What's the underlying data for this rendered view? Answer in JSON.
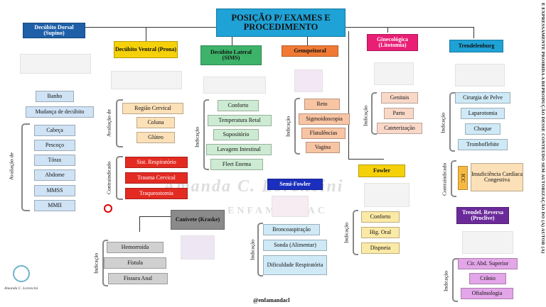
{
  "title": "POSIÇÃO P/ EXAMES E PROCEDIMENTO",
  "side_notice": "É EXPRESSAMENTE PROIBIDA A REPRODUÇÃO DESSE CONTEÚDO SEM AUTORIZAÇÃO DO (A) AUTOR (A)",
  "watermark": "Amanda C. Lorencini",
  "watermark_sub": "ENFAMANDAC",
  "footer_handle": "@enfamandacl",
  "logo_text": "Amanda C. Lorencini",
  "decubito_dorsal": {
    "title": "Decúbito Dorsal (Supino)",
    "items_top": [
      "Banho",
      "Mudança de decúbito"
    ],
    "label": "Avaliação de",
    "items": [
      "Cabeça",
      "Pescoço",
      "Tórax",
      "Abdome",
      "MMSS",
      "MMII"
    ]
  },
  "decubito_ventral": {
    "title": "Decúbito Ventral (Prona)",
    "label": "Avaliação de",
    "items": [
      "Região Cervical",
      "Coluna",
      "Glúteo"
    ],
    "contra_label": "Contraindicado",
    "contra": [
      "Sist. Respiratório",
      "Trauma Cervical",
      "Traqueostomia"
    ]
  },
  "decubito_lateral": {
    "title": "Decúbito Lateral (SIMS)",
    "label": "Indicação",
    "items": [
      "Conforto",
      "Temperatura Retal",
      "Supositório",
      "Lavagem Intestinal",
      "Fleet Enema"
    ]
  },
  "genupeitoral": {
    "title": "Genupeitoral",
    "label": "Indicação",
    "items": [
      "Reto",
      "Sigmoidoscopia",
      "Flatulências",
      "Vagina"
    ]
  },
  "ginecologica": {
    "title": "Ginecológica (Litotomia)",
    "label": "Indicação",
    "items": [
      "Genitais",
      "Parto",
      "Cateterização"
    ]
  },
  "trendelenburg": {
    "title": "Trendelenburg",
    "label": "Indicação",
    "items": [
      "Cirurgia de Pelve",
      "Laparotomia",
      "Choque",
      "Tromboflebite"
    ],
    "contra_label": "Contraindicado",
    "icc": "ICC",
    "icc_text": "Insuficiência Cardíaca Congestiva"
  },
  "canivete": {
    "title": "Canivete (Kraske)",
    "label": "Indicação",
    "items": [
      "Hemorroida",
      "Fístula",
      "Fissura Anal"
    ]
  },
  "semi_fowler": {
    "title": "Semi-Fowler",
    "label": "Indicação",
    "items": [
      "Broncoaspiração",
      "Sonda (Alimentar)",
      "Dificuldade Respiratória"
    ]
  },
  "fowler": {
    "title": "Fowler",
    "label": "Indicação",
    "items": [
      "Conforto",
      "Hig. Oral",
      "Dispneia"
    ]
  },
  "trend_reversa": {
    "title": "Trendel. Reversa (Proclive)",
    "label": "Indicação",
    "items": [
      "Cir. Abd. Superior",
      "Crânio",
      "Oftalmologia"
    ]
  }
}
